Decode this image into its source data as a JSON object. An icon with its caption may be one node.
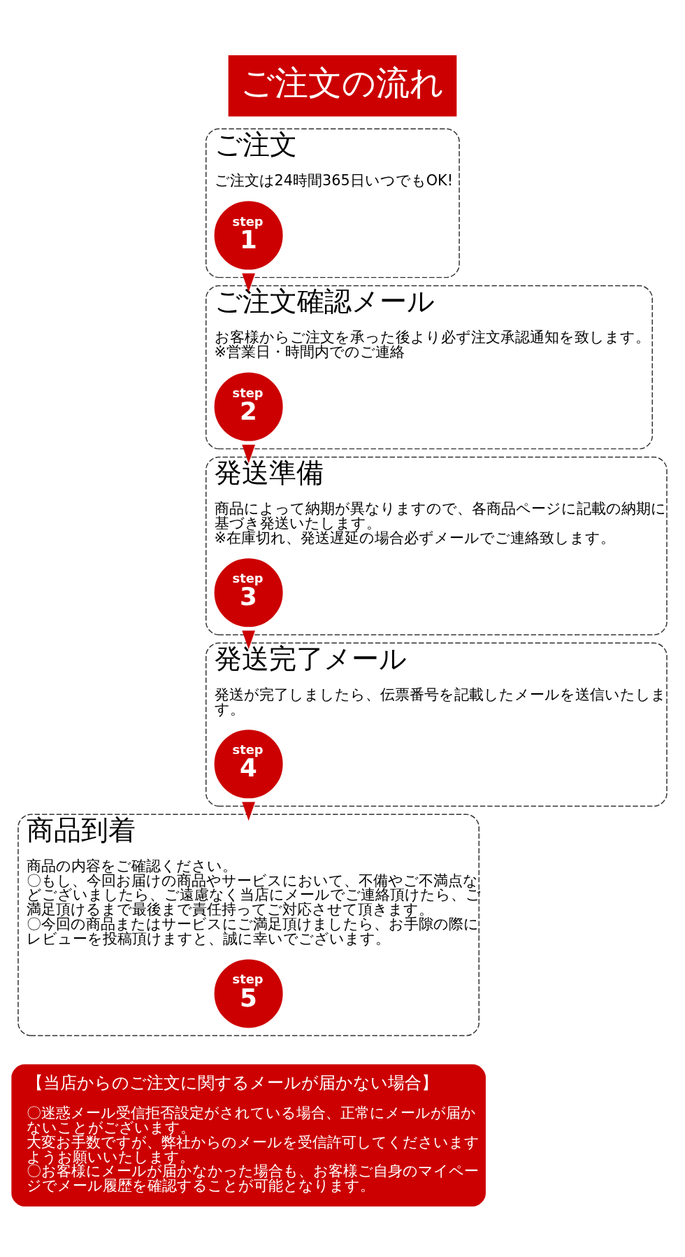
{
  "diagram": {
    "title": "ご注文の流れ",
    "nodes": [
      {
        "text": [
          "ご注文",
          "ご注文は24時間365日いつでもOK!"
        ]
      },
      {
        "text": [
          "step",
          "1"
        ],
        "in": 0
      },
      {
        "text": [
          "ご注文確認メール",
          "お客様からご注文を承った後より必ず注文承認通知を致します。",
          "※営業日・時間内でのご連絡"
        ]
      },
      {
        "text": [
          "step",
          "2"
        ],
        "in": 2
      },
      {
        "text": [
          "発送準備",
          "商品によって納期が異なりますので、各商品ページに記載の納期に基づき発送いたします。",
          "※在庫切れ、発送遅延の場合必ずメールでご連絡致します。"
        ]
      },
      {
        "text": [
          "step",
          "3"
        ],
        "in": 4
      },
      {
        "text": [
          "発送完了メール",
          "発送が完了しましたら、伝票番号を記載したメールを送信いたします。"
        ]
      },
      {
        "text": [
          "step",
          "4"
        ],
        "in": 6
      },
      {
        "text": [
          "商品到着",
          "商品の内容をご確認ください。",
          "〇もし、今回お届けの商品やサービスにおいて、不備やご不満点などございましたら、ご遠慮なく当店にメールでご連絡頂けたら、ご満足頂けるまで最後まで責任持ってご対応させて頂きます。",
          "〇今回の商品またはサービスにご満足頂けましたら、お手隙の際にレビューを投稿頂けますと、誠に幸いでございます。"
        ]
      },
      {
        "text": [
          "step",
          "5"
        ],
        "in": 8
      },
      {
        "text": [
          "【当店からのご注文に関するメールが届かない場合】",
          "〇迷惑メール受信拒否設定がされている場合、正常にメールが届かないことがございます。",
          "大変お手数ですが、弊社からのメールを受信許可してくださいますようお願いいたします。",
          "〇お客様にメールが届かなかった場合も、お客様ご自身のマイページでメール履歴を確認することが可能となります。"
        ]
      }
    ],
    "edges": [
      {
        "from": 0,
        "to": 2,
        "arrow": "to"
      },
      {
        "from": 2,
        "to": 4,
        "arrow": "to"
      },
      {
        "from": 4,
        "to": 6,
        "arrow": "to"
      },
      {
        "from": 6,
        "to": 8,
        "arrow": "to"
      }
    ]
  }
}
